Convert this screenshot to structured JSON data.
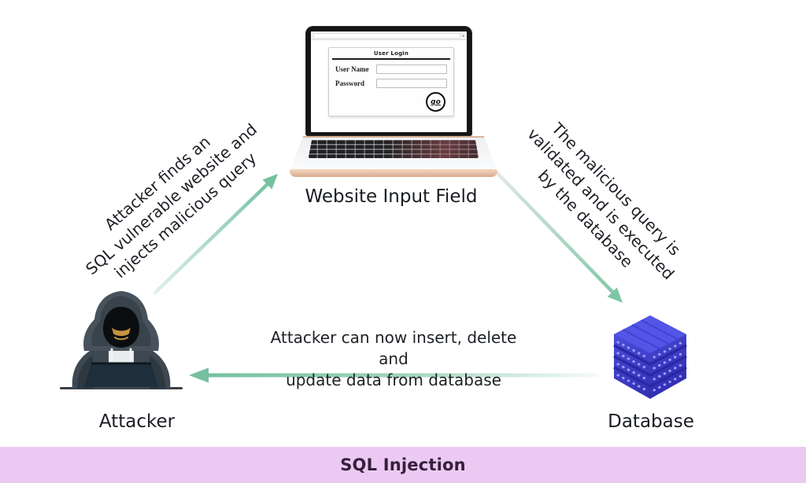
{
  "laptop": {
    "page_title": "User Login",
    "username_label": "User Name",
    "password_label": "Password",
    "go_label": "go"
  },
  "nodes": {
    "website_label": "Website Input Field",
    "attacker_label": "Attacker",
    "database_label": "Database"
  },
  "arrows": {
    "attacker_to_website": {
      "lines": [
        "Attacker finds an",
        "SQL vulnerable website and",
        "injects malicious query"
      ]
    },
    "website_to_database": {
      "lines": [
        "The malicious query is",
        "validated and is executed",
        "by the database"
      ]
    },
    "database_to_attacker": {
      "lines": [
        "Attacker can now insert, delete and",
        "update data from database"
      ]
    }
  },
  "footer": {
    "label": "SQL Injection"
  },
  "colors": {
    "arrow_green": "#74c1a0",
    "database_blue": "#4445d8",
    "footer_bg": "#ecc9f2",
    "footer_text": "#35203c"
  }
}
